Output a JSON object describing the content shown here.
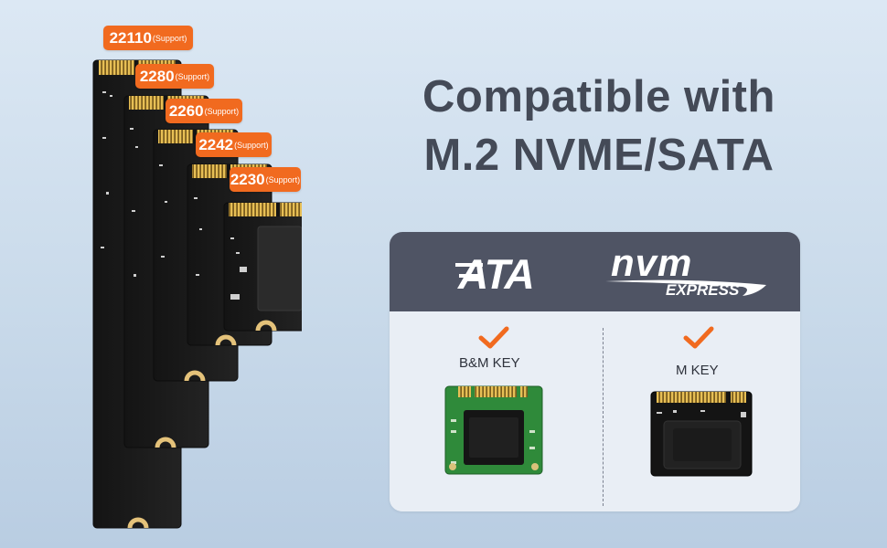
{
  "headline": {
    "line1": "Compatible with",
    "line2": "M.2 NVME/SATA"
  },
  "drives": [
    {
      "size": "22110",
      "note": "(Support)"
    },
    {
      "size": "2280",
      "note": "(Support)"
    },
    {
      "size": "2260",
      "note": "(Support)"
    },
    {
      "size": "2242",
      "note": "(Support)"
    },
    {
      "size": "2230",
      "note": "(Support)"
    }
  ],
  "compat": {
    "sata_logo": "ATA",
    "nvme_logo_main": "nvm",
    "nvme_logo_sub": "EXPRESS",
    "sata_key": "B&M KEY",
    "nvme_key": "M KEY"
  },
  "colors": {
    "accent_orange": "#f16a1f",
    "panel_header": "#4f5464",
    "headline_text": "#444a57",
    "sata_card_green": "#2f8a3a",
    "card_black": "#1a1a1a",
    "connector_gold": "#e0b24a"
  }
}
